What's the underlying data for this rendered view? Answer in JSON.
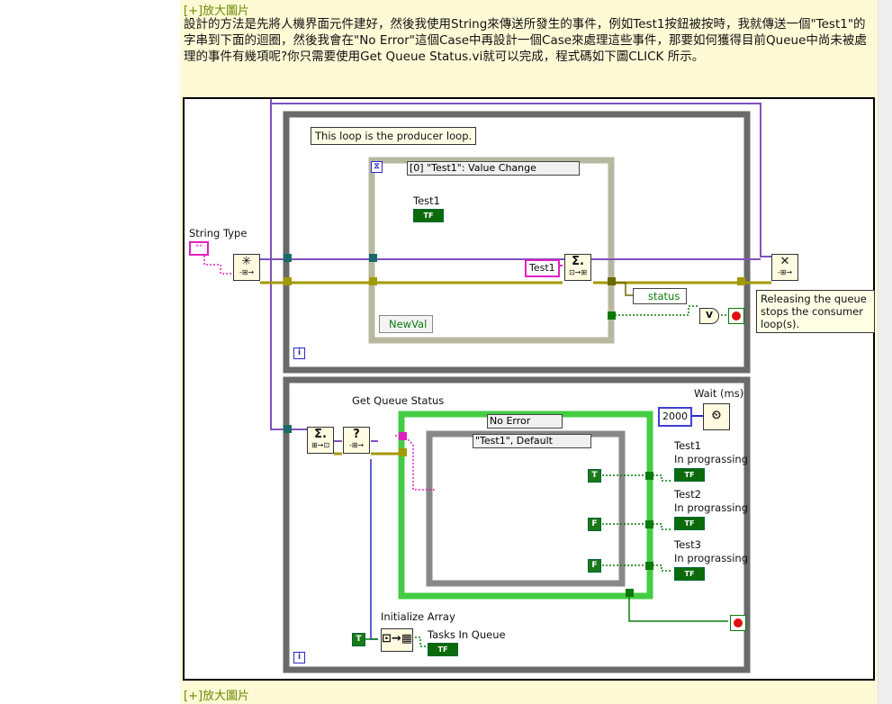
{
  "enlarge_link": "[+]放大圖片",
  "paragraph": "設計的方法是先將人機界面元件建好，然後我使用String來傳送所發生的事件，例如Test1按鈕被按時，我就傳送一個\"Test1\"的字串到下面的迴圈，然後我會在\"No Error\"這個Case中再設計一個Case來處理這些事件，那要如何獲得目前Queue中尚未被處理的事件有幾項呢?你只需要使用Get Queue Status.vi就可以完成，程式碼如下圖CLICK 所示。",
  "diagram": {
    "producer_note": "This loop is the producer loop.",
    "event_selector": "[0] \"Test1\": Value Change",
    "test1_label": "Test1",
    "tf_label": "TF",
    "string_type_label": "String Type",
    "string_const": "Test1",
    "newval_label": "NewVal",
    "status_label": "status",
    "release_note": "Releasing the queue stops the consumer loop(s).",
    "loop_iter": "i",
    "get_queue_status_label": "Get Queue Status",
    "wait_label": "Wait (ms)",
    "wait_value": "2000",
    "case_no_error": "No Error",
    "case_test1_default": "\"Test1\", Default",
    "indicators": [
      {
        "name": "Test1",
        "sub": "In prograssing",
        "const": "T"
      },
      {
        "name": "Test2",
        "sub": "In prograssing",
        "const": "F"
      },
      {
        "name": "Test3",
        "sub": "In prograssing",
        "const": "F"
      }
    ],
    "initialize_array_label": "Initialize Array",
    "tasks_in_queue_label": "Tasks In Queue",
    "init_const": "T"
  },
  "colors": {
    "accent_link": "#6a8a00",
    "string_wire": "#e020c0",
    "queue_wire": "#2a8a8a",
    "error_wire": "#a39a00",
    "bool_wire": "#0a7a0a",
    "loop_gray": "#6a6a6a"
  }
}
